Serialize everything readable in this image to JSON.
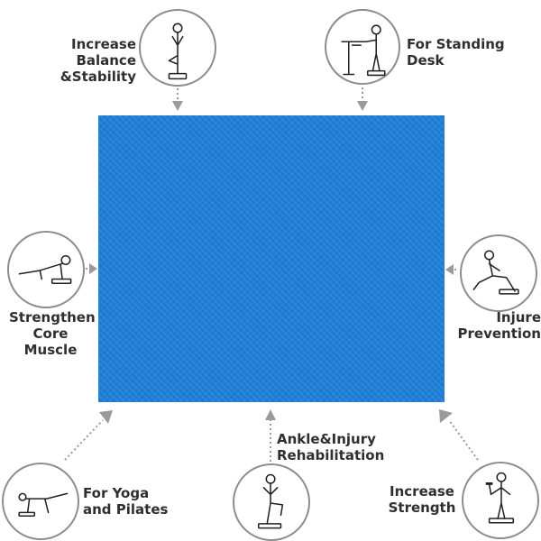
{
  "colors": {
    "pad_blue": "#1e7fd8",
    "circle_border": "#8d8d8d",
    "arrow_gray": "#9a9a9a",
    "text_dark": "#2f2f2f"
  },
  "features": {
    "balance": {
      "label": "Increase Balance\n&Stability",
      "icon": "tree-pose-figure-icon"
    },
    "standing_desk": {
      "label": "For Standing Desk",
      "icon": "standing-desk-figure-icon"
    },
    "core": {
      "label": "Strengthen\nCore Muscle",
      "icon": "plank-figure-icon"
    },
    "injury_prevention": {
      "label": "Injure\nPrevention",
      "icon": "kneeling-lunge-figure-icon"
    },
    "yoga": {
      "label": "For Yoga\nand Pilates",
      "icon": "yoga-pose-figure-icon"
    },
    "ankle": {
      "label": "Ankle&Injury\nRehabilitation",
      "icon": "single-leg-stand-figure-icon"
    },
    "strength": {
      "label": "Increase\nStrength",
      "icon": "dumbbell-figure-icon"
    }
  }
}
